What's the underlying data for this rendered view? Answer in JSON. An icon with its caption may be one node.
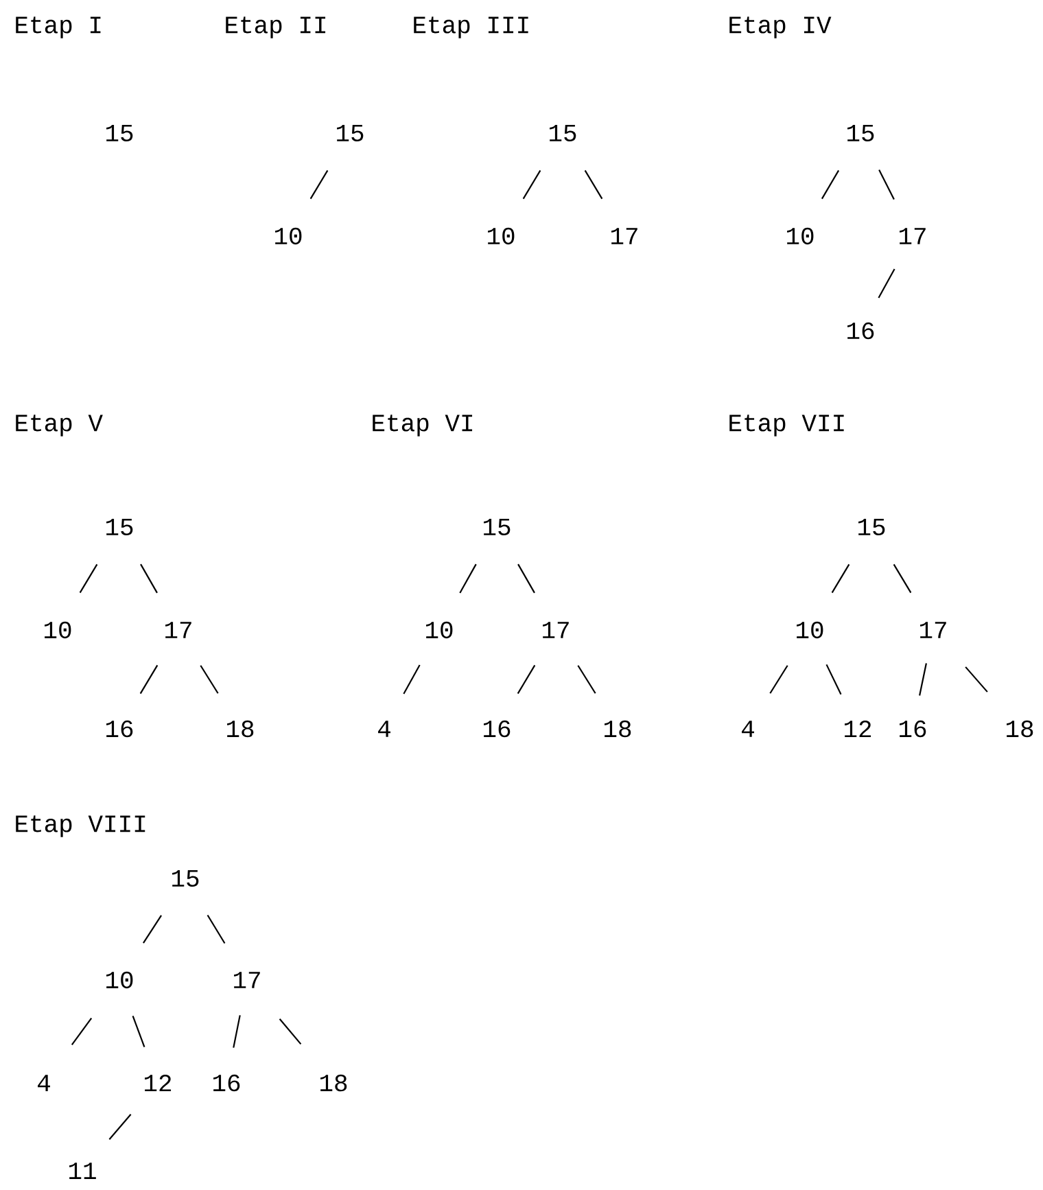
{
  "diagram": {
    "nodes": [
      {
        "text": [
          "15"
        ]
      },
      {
        "text": [
          "15"
        ]
      },
      {
        "text": [
          "10"
        ]
      },
      {
        "text": [
          "15"
        ]
      },
      {
        "text": [
          "10"
        ]
      },
      {
        "text": [
          "17"
        ]
      },
      {
        "text": [
          "15"
        ]
      },
      {
        "text": [
          "10"
        ]
      },
      {
        "text": [
          "17"
        ]
      },
      {
        "text": [
          "16"
        ]
      },
      {
        "text": [
          "15"
        ]
      },
      {
        "text": [
          "10"
        ]
      },
      {
        "text": [
          "17"
        ]
      },
      {
        "text": [
          "16"
        ]
      },
      {
        "text": [
          "18"
        ]
      },
      {
        "text": [
          "15"
        ]
      },
      {
        "text": [
          "10"
        ]
      },
      {
        "text": [
          "17"
        ]
      },
      {
        "text": [
          "4"
        ]
      },
      {
        "text": [
          "16"
        ]
      },
      {
        "text": [
          "18"
        ]
      },
      {
        "text": [
          "15"
        ]
      },
      {
        "text": [
          "10"
        ]
      },
      {
        "text": [
          "17"
        ]
      },
      {
        "text": [
          "4"
        ]
      },
      {
        "text": [
          "12"
        ]
      },
      {
        "text": [
          "16"
        ]
      },
      {
        "text": [
          "18"
        ]
      },
      {
        "text": [
          "15"
        ]
      },
      {
        "text": [
          "10"
        ]
      },
      {
        "text": [
          "17"
        ]
      },
      {
        "text": [
          "4"
        ]
      },
      {
        "text": [
          "12"
        ]
      },
      {
        "text": [
          "16"
        ]
      },
      {
        "text": [
          "18"
        ]
      },
      {
        "text": [
          "11"
        ]
      }
    ],
    "edges": [
      {
        "from": 1,
        "to": 2,
        "arrow": "none"
      },
      {
        "from": 3,
        "to": 4,
        "arrow": "none"
      },
      {
        "from": 3,
        "to": 5,
        "arrow": "none"
      },
      {
        "from": 6,
        "to": 7,
        "arrow": "none"
      },
      {
        "from": 6,
        "to": 8,
        "arrow": "none"
      },
      {
        "from": 8,
        "to": 9,
        "arrow": "none"
      },
      {
        "from": 10,
        "to": 11,
        "arrow": "none"
      },
      {
        "from": 10,
        "to": 12,
        "arrow": "none"
      },
      {
        "from": 12,
        "to": 13,
        "arrow": "none"
      },
      {
        "from": 12,
        "to": 14,
        "arrow": "none"
      },
      {
        "from": 15,
        "to": 16,
        "arrow": "none"
      },
      {
        "from": 15,
        "to": 17,
        "arrow": "none"
      },
      {
        "from": 16,
        "to": 18,
        "arrow": "none"
      },
      {
        "from": 17,
        "to": 19,
        "arrow": "none"
      },
      {
        "from": 17,
        "to": 20,
        "arrow": "none"
      },
      {
        "from": 21,
        "to": 22,
        "arrow": "none"
      },
      {
        "from": 21,
        "to": 23,
        "arrow": "none"
      },
      {
        "from": 22,
        "to": 24,
        "arrow": "none"
      },
      {
        "from": 22,
        "to": 25,
        "arrow": "none"
      },
      {
        "from": 23,
        "to": 26,
        "arrow": "none"
      },
      {
        "from": 23,
        "to": 27,
        "arrow": "none"
      },
      {
        "from": 28,
        "to": 29,
        "arrow": "none"
      },
      {
        "from": 28,
        "to": 30,
        "arrow": "none"
      },
      {
        "from": 29,
        "to": 31,
        "arrow": "none"
      },
      {
        "from": 29,
        "to": 32,
        "arrow": "none"
      },
      {
        "from": 30,
        "to": 33,
        "arrow": "none"
      },
      {
        "from": 30,
        "to": 34,
        "arrow": "none"
      },
      {
        "from": 32,
        "to": 35,
        "arrow": "none"
      }
    ],
    "labels": [
      "Etap I",
      "Etap II",
      "Etap III",
      "Etap IV",
      "Etap V",
      "Etap VI",
      "Etap VII",
      "Etap VIII"
    ]
  }
}
